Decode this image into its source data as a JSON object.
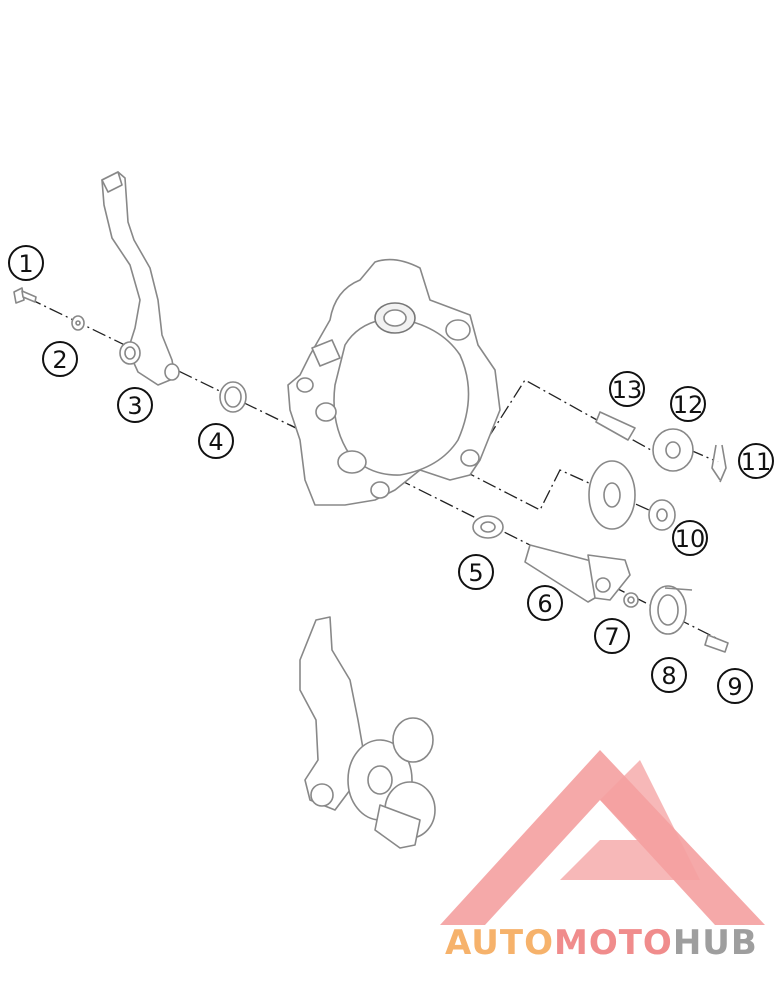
{
  "diagram": {
    "callouts": [
      {
        "label": "1",
        "part": "bolt"
      },
      {
        "label": "2",
        "part": "washer"
      },
      {
        "label": "3",
        "part": "kick-starter-lever"
      },
      {
        "label": "4",
        "part": "shaft-seal"
      },
      {
        "label": "5",
        "part": "thrust-washer"
      },
      {
        "label": "6",
        "part": "kick-starter-shaft"
      },
      {
        "label": "7",
        "part": "small-washer"
      },
      {
        "label": "8",
        "part": "torsion-spring"
      },
      {
        "label": "9",
        "part": "spring-pin"
      },
      {
        "label": "10",
        "part": "intermediate-gear"
      },
      {
        "label": "11",
        "part": "circlip"
      },
      {
        "label": "12",
        "part": "kick-starter-gear"
      },
      {
        "label": "13",
        "part": "gear-bushing"
      }
    ]
  },
  "watermark": {
    "word_parts": [
      "AUTO",
      "MOTO",
      "HUB"
    ],
    "colors": {
      "auto": "#f6b26b",
      "moto": "#f08c8c",
      "hub": "#9e9e9e",
      "logo": "#f4a0a0"
    }
  }
}
